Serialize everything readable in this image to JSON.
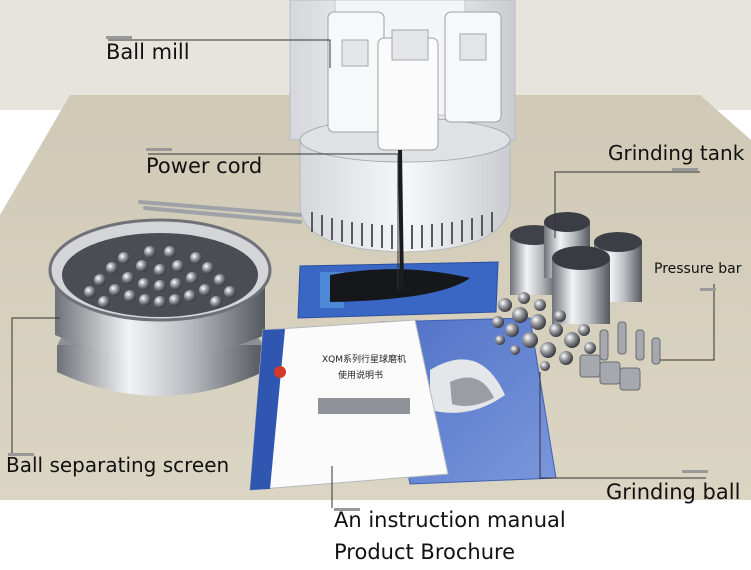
{
  "labels": {
    "ball_mill": "Ball mill",
    "power_cord": "Power cord",
    "grinding_tank": "Grinding tank",
    "pressure_bar": "Pressure bar",
    "ball_separating_screen": "Ball separating screen",
    "grinding_ball": "Grinding ball",
    "instruction_manual": "An instruction manual",
    "product_brochure": "Product Brochure"
  },
  "manual_cover": {
    "title_line1": "XQM系列行星球磨机",
    "title_line2": "使用说明书"
  },
  "colors": {
    "background": "#ffffff",
    "table": "#d8d2bf",
    "wall": "#e6e4dd",
    "machine_body": "#eef0f2",
    "brochure_blue": "#5f7fd0",
    "label_text": "#111111",
    "leader_line": "#333333"
  }
}
